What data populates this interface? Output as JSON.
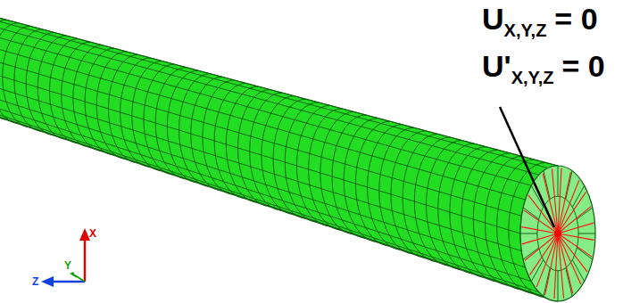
{
  "diagram": {
    "labels": [
      "U",
      "X,Y,Z",
      "= 0",
      "U'",
      "X,Y,Z",
      "= 0",
      "X",
      "Y",
      "Z"
    ]
  }
}
